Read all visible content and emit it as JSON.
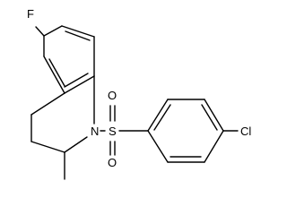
{
  "molecule": {
    "atoms": {
      "fluorine": "F",
      "nitrogen": "N",
      "sulfur": "S",
      "oxygen_top": "O",
      "oxygen_bottom": "O",
      "chlorine": "Cl"
    }
  }
}
